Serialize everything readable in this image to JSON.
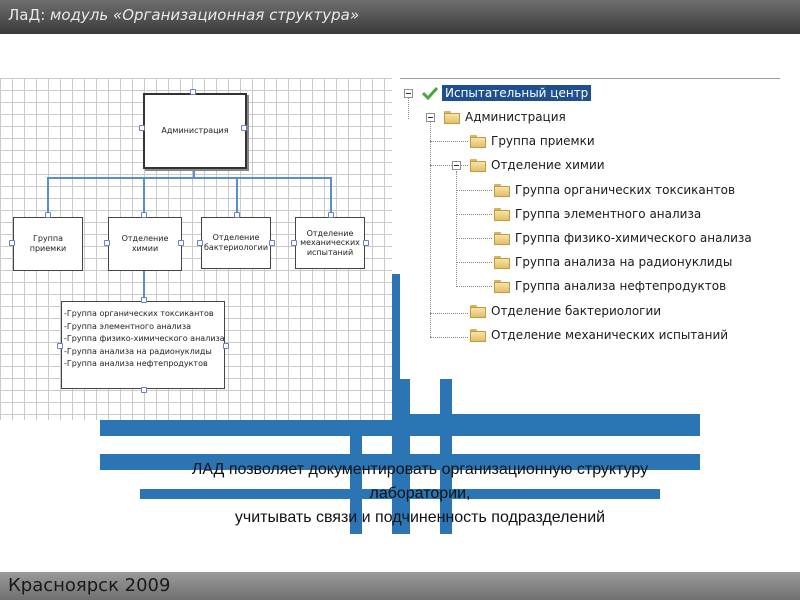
{
  "header": {
    "app": "ЛаД:",
    "module": "модуль «Организационная структура»"
  },
  "diagram": {
    "root": "Администрация",
    "departments": [
      "Группа приемки",
      "Отделение химии",
      "Отделение бактериологии",
      "Отделение механических испытаний"
    ],
    "groups": [
      "-Группа органических токсикантов",
      "-Группа элементного анализа",
      "-Группа физико-химического анализа",
      "-Группа анализа на радионуклиды",
      "-Группа анализа нефтепродуктов"
    ]
  },
  "tree": {
    "root": "Испытательный центр",
    "admin": "Администрация",
    "items": [
      "Группа приемки",
      "Отделение химии",
      "Группа органических токсикантов",
      "Группа элементного анализа",
      "Группа физико-химического анализа",
      "Группа анализа на радионуклиды",
      "Группа анализа нефтепродуктов",
      "Отделение бактериологии",
      "Отделение механических испытаний"
    ]
  },
  "caption": {
    "line1": "ЛАД  позволяет документировать организационную структуру",
    "line2": "лаборатории,",
    "line3": "учитывать связи и  подчиненность подразделений"
  },
  "footer": {
    "text": "Красноярск 2009"
  },
  "colors": {
    "header": "#3a3a3a",
    "logo": "#2c75b4",
    "connector": "#5a8fcf",
    "selection": "#1f4f8f"
  }
}
